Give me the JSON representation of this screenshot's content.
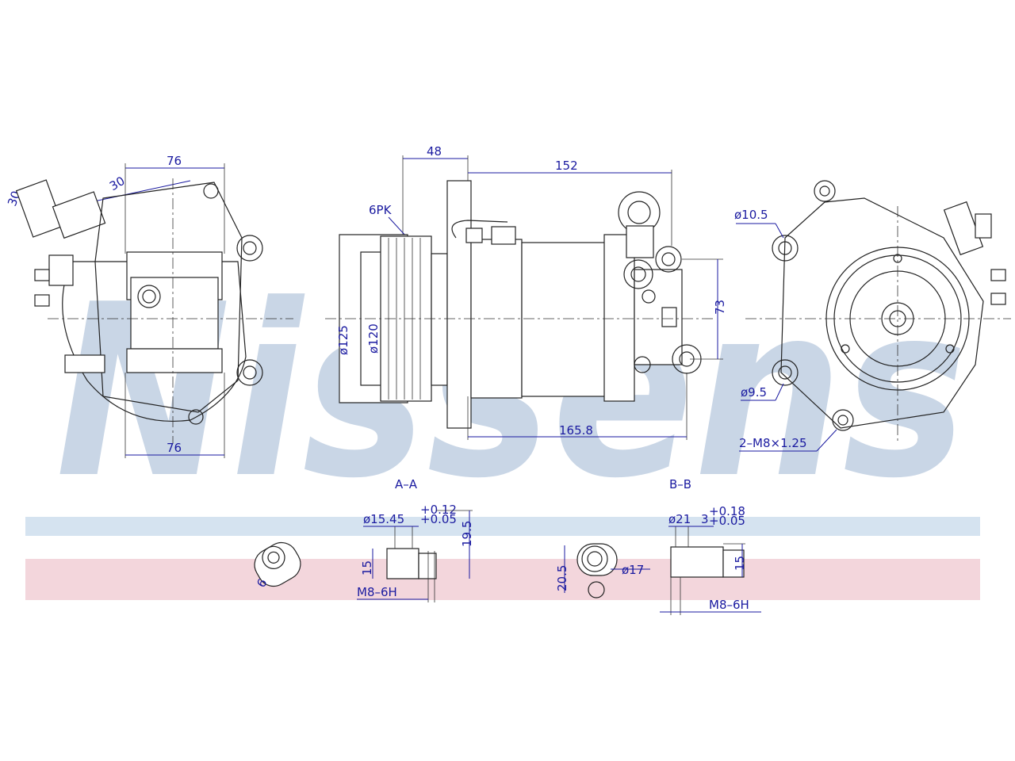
{
  "watermark": {
    "text": "Nissens"
  },
  "colors": {
    "watermark": "#c9d6e6",
    "stripe_blue": "#d5e3f0",
    "stripe_pink": "#f3d6dc",
    "dimension": "#1a1aa0",
    "line": "#222222"
  },
  "labels": {
    "d76_top": "76",
    "d30a": "30",
    "d30b": "30",
    "d76_bot": "76",
    "d48": "48",
    "d152": "152",
    "d6pk": "6PK",
    "d125": "ø125",
    "d120": "ø120",
    "d73": "73",
    "d165": "165.8",
    "d10_5": "ø10.5",
    "d9_5": "ø9.5",
    "dm8": "2–M8×1.25",
    "sec_aa": "A–A",
    "sec_bb": "B–B",
    "a_d15": "ø15.45",
    "a_tol1": "+0.12",
    "a_tol2": "+0.05",
    "a_19": "19.5",
    "a_15": "15",
    "a_m8": "M8–6H",
    "a_6": "6",
    "b_d21": "ø21",
    "b_tol1": "+0.18",
    "b_tol2": "+0.05",
    "b_3": "3",
    "b_15": "15",
    "b_20": "20.5",
    "b_d17": "ø17",
    "b_m8": "M8–6H"
  }
}
